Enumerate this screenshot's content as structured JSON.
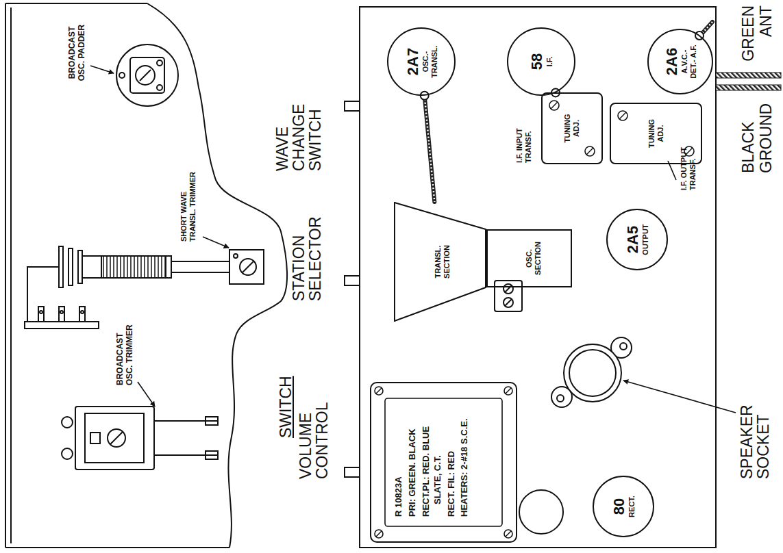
{
  "diagram": {
    "nodes": [
      {
        "text": [
          "2A7",
          "OSC.- TRANSL."
        ]
      },
      {
        "text": [
          "58",
          "I.F."
        ]
      },
      {
        "text": [
          "2A6",
          "A.V.C.- DET.- A.F."
        ]
      },
      {
        "text": [
          "TUNING ADJ.",
          "I.F. INPUT TRANSF."
        ]
      },
      {
        "text": [
          "TUNING ADJ.",
          "I.F. OUTPUT TRANSF."
        ]
      },
      {
        "text": [
          "TRANSL. SECTION"
        ]
      },
      {
        "text": [
          "OSC. SECTION"
        ]
      },
      {
        "text": [
          "2A5",
          "OUTPUT"
        ]
      },
      {
        "text": [
          "R 10823A",
          "PRI: GREEN. BLACK",
          "RECT.PL: RED. BLUE SLATE, C.T.",
          "RECT. FIL: RED",
          "HEATERS: 2-#18 S.C.E."
        ]
      },
      {
        "text": [
          "80",
          "RECT."
        ]
      }
    ],
    "edges": [
      {
        "from": 0,
        "to": 5,
        "arrow": "none"
      },
      {
        "from": 1,
        "to": 3,
        "arrow": "none"
      }
    ],
    "labels": [
      "BROADCAST OSC. PADDER",
      "SHORT WAVE TRANSL. TRIMMER",
      "BROADCAST OSC. TRIMMER",
      "WAVE CHANGE SWITCH",
      "STATION SELECTOR",
      "SWITCH",
      "VOLUME CONTROL",
      "SPEAKER SOCKET",
      "GREEN",
      "ANT",
      "BLACK",
      "GROUND"
    ]
  }
}
